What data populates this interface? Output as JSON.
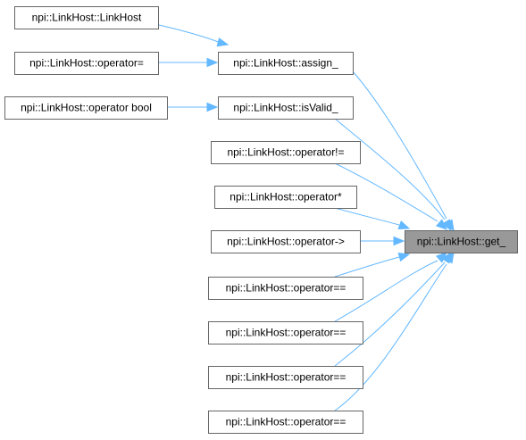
{
  "diagram": {
    "nodes": [
      {
        "id": "n_linkhost_ctor",
        "label": "npi::LinkHost::LinkHost"
      },
      {
        "id": "n_op_assign",
        "label": "npi::LinkHost::operator="
      },
      {
        "id": "n_op_bool",
        "label": "npi::LinkHost::operator bool"
      },
      {
        "id": "n_assign",
        "label": "npi::LinkHost::assign_"
      },
      {
        "id": "n_isvalid",
        "label": "npi::LinkHost::isValid_"
      },
      {
        "id": "n_op_ne",
        "label": "npi::LinkHost::operator!="
      },
      {
        "id": "n_op_star",
        "label": "npi::LinkHost::operator*"
      },
      {
        "id": "n_op_arrow",
        "label": "npi::LinkHost::operator->"
      },
      {
        "id": "n_op_eq1",
        "label": "npi::LinkHost::operator=="
      },
      {
        "id": "n_op_eq2",
        "label": "npi::LinkHost::operator=="
      },
      {
        "id": "n_op_eq3",
        "label": "npi::LinkHost::operator=="
      },
      {
        "id": "n_op_eq4",
        "label": "npi::LinkHost::operator=="
      },
      {
        "id": "n_get",
        "label": "npi::LinkHost::get_",
        "highlighted": true
      }
    ],
    "edges": [
      {
        "from": "n_linkhost_ctor",
        "to": "n_assign"
      },
      {
        "from": "n_op_assign",
        "to": "n_assign"
      },
      {
        "from": "n_op_bool",
        "to": "n_isvalid"
      },
      {
        "from": "n_assign",
        "to": "n_get"
      },
      {
        "from": "n_isvalid",
        "to": "n_get"
      },
      {
        "from": "n_op_ne",
        "to": "n_get"
      },
      {
        "from": "n_op_star",
        "to": "n_get"
      },
      {
        "from": "n_op_arrow",
        "to": "n_get"
      },
      {
        "from": "n_op_eq1",
        "to": "n_get"
      },
      {
        "from": "n_op_eq2",
        "to": "n_get"
      },
      {
        "from": "n_op_eq3",
        "to": "n_get"
      },
      {
        "from": "n_op_eq4",
        "to": "n_get"
      }
    ],
    "colors": {
      "edge": "#63b8ff",
      "node_border": "#666666",
      "highlight_fill": "#999999"
    }
  }
}
